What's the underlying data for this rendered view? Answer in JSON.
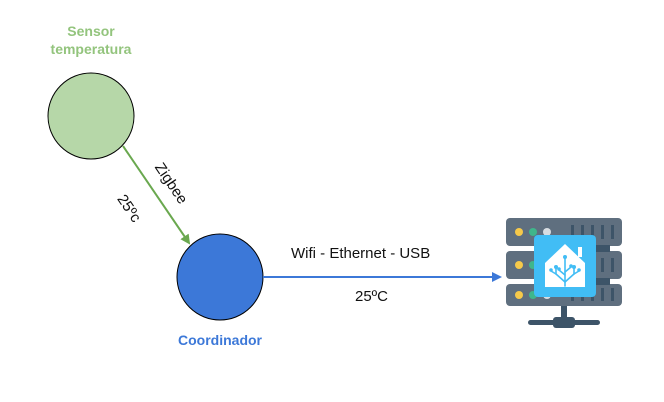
{
  "nodes": {
    "sensor": {
      "label_line1": "Sensor",
      "label_line2": "temperatura",
      "fill": "#b6d7a8",
      "label_color": "#93c47d"
    },
    "coordinator": {
      "label": "Coordinador",
      "fill": "#3c78d8",
      "label_color": "#3c78d8"
    },
    "server": {
      "icon": "home-assistant-server-icon"
    }
  },
  "edges": {
    "sensor_to_coordinator": {
      "protocol": "Zigbee",
      "value": "25ºc",
      "color": "#6aa84f"
    },
    "coordinator_to_server": {
      "protocol": "Wifi - Ethernet - USB",
      "value": "25ºC",
      "color": "#3c78d8"
    }
  }
}
